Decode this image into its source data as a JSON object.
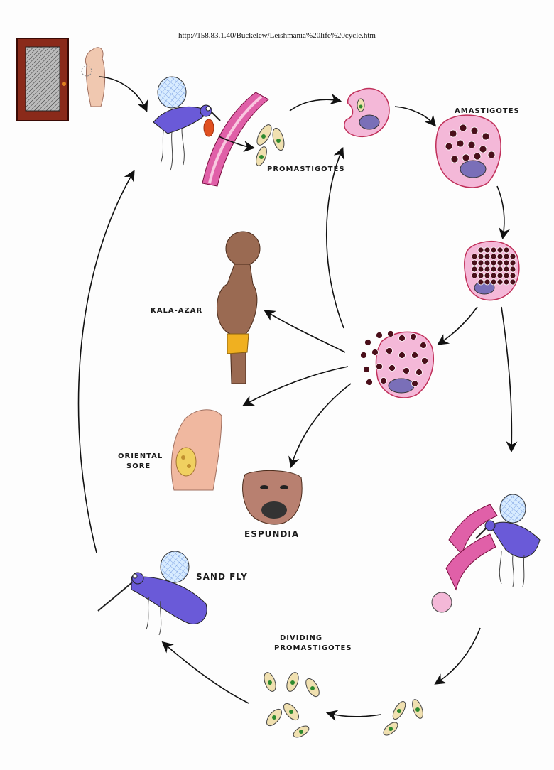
{
  "source_url": "http://158.83.1.40/Buckelew/Leishmania%20life%20cycle.htm",
  "labels": {
    "promastigotes": "PROMASTIGOTES",
    "amastigotes": "AMASTIGOTES",
    "kala_azar": "KALA-AZAR",
    "oriental_sore_line1": "ORIENTAL",
    "oriental_sore_line2": "SORE",
    "espundia": "ESPUNDIA",
    "sand_fly": "SAND FLY",
    "dividing_line1": "DIVIDING",
    "dividing_line2": "PROMASTIGOTES"
  },
  "colors": {
    "cell_pink": "#f4b8d8",
    "cell_outline": "#c0305a",
    "nucleus": "#7a6fb8",
    "parasite_dark": "#4a0f1a",
    "fly_body": "#6a5ad8",
    "fly_wing": "#9fc8f0",
    "skin_dark": "#9a6a52",
    "skin_light": "#f0b8a0",
    "shorts": "#f0b020",
    "door": "#8a2a1a",
    "promastigote_fill": "#f0e0b0",
    "promastigote_nucleus": "#2e8a2e",
    "vessel": "#e060a8"
  }
}
